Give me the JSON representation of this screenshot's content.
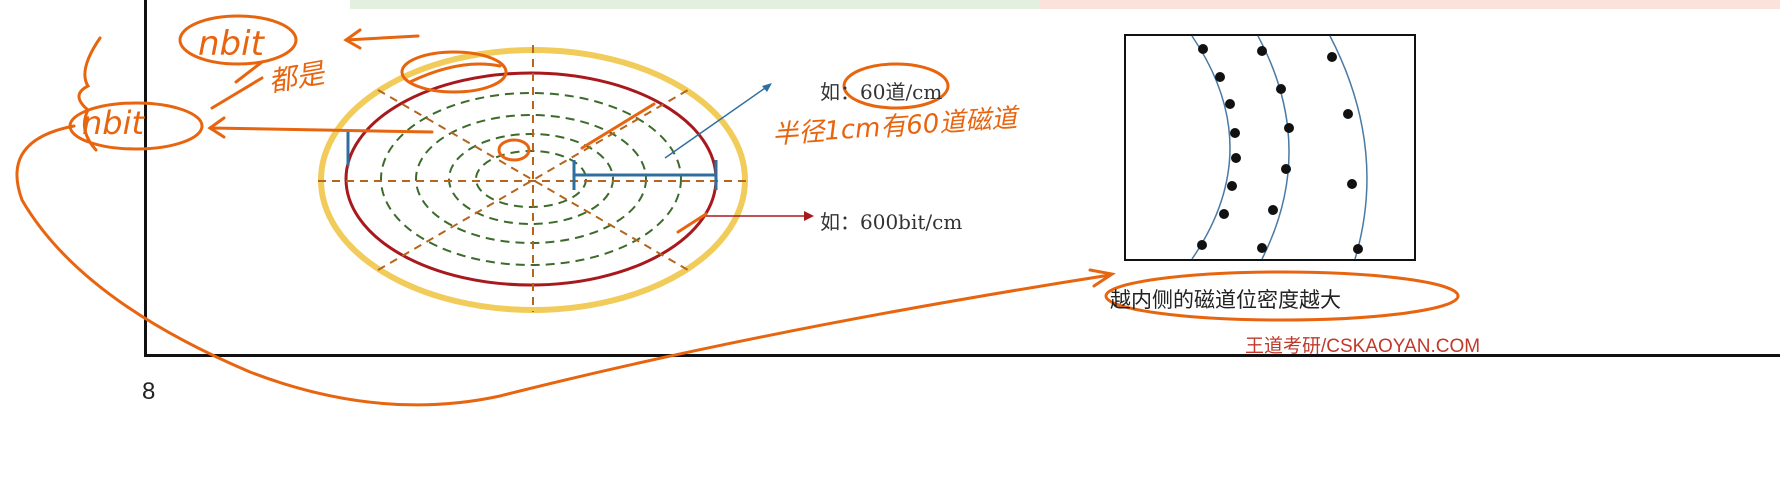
{
  "page_number": "8",
  "labels": {
    "track_density": "如：60道/cm",
    "bit_density": "如：600bit/cm",
    "caption": "越内侧的磁道位密度越大",
    "brand": "王道考研/CSKAOYAN.COM"
  },
  "annotations": {
    "nbit_top": "nbit",
    "nbit_left": "nbit",
    "all_are": "都是",
    "radius_note": "半径1cm有60道磁道"
  },
  "colors": {
    "ink": "#e8650f",
    "disk_outline": "#a8191e",
    "outer_ring": "#f2cc5a",
    "track_dash": "#3d6b2c",
    "sector_dash": "#b5651d",
    "radius_line": "#2f6fa0",
    "brand": "#c0392b"
  }
}
